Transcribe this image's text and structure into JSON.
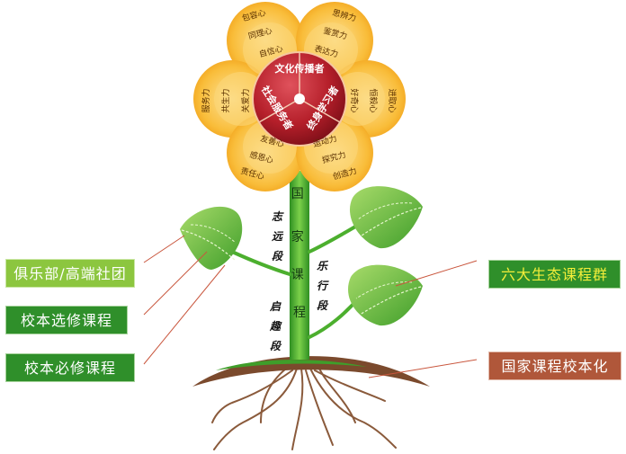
{
  "flower": {
    "core": [
      "文化传播者",
      "终身学习者",
      "社会服务者"
    ],
    "petals": {
      "top_left": [
        "包容心",
        "同理心",
        "自信心"
      ],
      "top_right": [
        "思辨力",
        "鉴赏力",
        "表达力"
      ],
      "left": [
        "服务力",
        "共生力",
        "关爱力"
      ],
      "right": [
        "进取心",
        "恒毅心",
        "好奇心"
      ],
      "bottom_left": [
        "友善心",
        "感恩心",
        "责任心"
      ],
      "bottom_right": [
        "运动力",
        "探究力",
        "创造力"
      ]
    }
  },
  "stem": {
    "label": "国家课程"
  },
  "stages": {
    "left_upper": "志远段",
    "left_lower": "启趣段",
    "right": "乐行段"
  },
  "boxes": {
    "club": "俱乐部/高端社团",
    "elective": "校本选修课程",
    "required": "校本必修课程",
    "ecology": "六大生态课程群",
    "national": "国家课程校本化"
  },
  "colors": {
    "petal_outer": "#f7b32b",
    "petal_inner": "#fbd77a",
    "core": "#b51f2a",
    "leaf": "#7cc242",
    "stem": "#4caf2e",
    "soil": "#8b4513"
  }
}
